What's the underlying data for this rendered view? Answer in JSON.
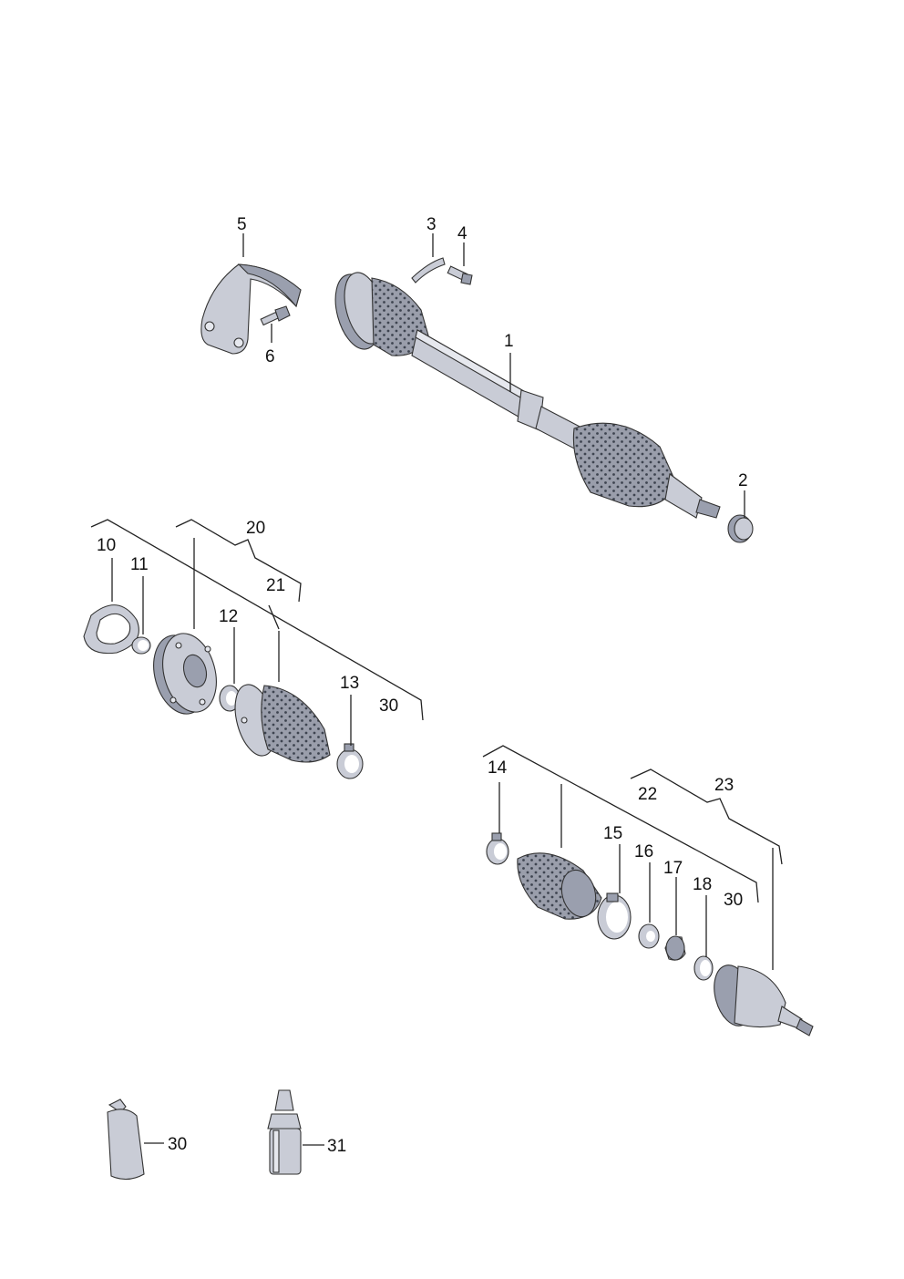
{
  "title": "",
  "colors": {
    "part_fill": "#c9ccd6",
    "part_shadow": "#9a9fae",
    "outline": "#333333",
    "leader": "#222222"
  },
  "labels": {
    "p1": "1",
    "p2": "2",
    "p3": "3",
    "p4": "4",
    "p5": "5",
    "p6": "6",
    "p10": "10",
    "p11": "11",
    "p12": "12",
    "p13": "13",
    "p14": "14",
    "p15": "15",
    "p16": "16",
    "p17": "17",
    "p18": "18",
    "p20": "20",
    "p21": "21",
    "p22": "22",
    "p23": "23",
    "p30_inner": "30",
    "p30_outer": "30",
    "p30_grease": "30",
    "p31": "31"
  },
  "parts": [
    {
      "id": "1",
      "name": "drive-shaft"
    },
    {
      "id": "2",
      "name": "collar-nut"
    },
    {
      "id": "3",
      "name": "lock-plate"
    },
    {
      "id": "4",
      "name": "bolt"
    },
    {
      "id": "5",
      "name": "heat-shield"
    },
    {
      "id": "6",
      "name": "bolt"
    },
    {
      "id": "10",
      "name": "gasket"
    },
    {
      "id": "11",
      "name": "circlip"
    },
    {
      "id": "12",
      "name": "dished-washer"
    },
    {
      "id": "13",
      "name": "hose-clip"
    },
    {
      "id": "14",
      "name": "hose-clip"
    },
    {
      "id": "15",
      "name": "hose-clip"
    },
    {
      "id": "16",
      "name": "thrust-washer"
    },
    {
      "id": "17",
      "name": "dished-spring"
    },
    {
      "id": "18",
      "name": "circlip"
    },
    {
      "id": "20",
      "name": "inner-joint-repair-kit"
    },
    {
      "id": "21",
      "name": "inner-boot"
    },
    {
      "id": "22",
      "name": "outer-boot-kit"
    },
    {
      "id": "23",
      "name": "outer-joint"
    },
    {
      "id": "30",
      "name": "grease"
    },
    {
      "id": "31",
      "name": "sealant"
    }
  ]
}
